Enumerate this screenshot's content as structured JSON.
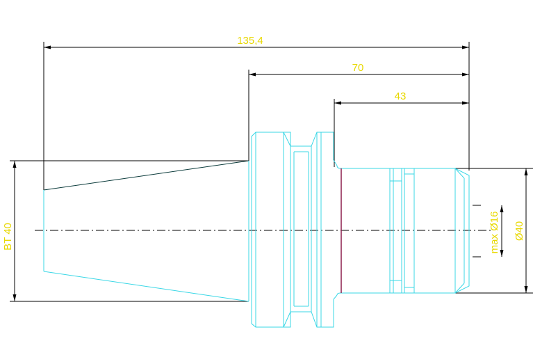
{
  "dimensions": {
    "overall_length": "135,4",
    "flange_to_end": "70",
    "body_length": "43",
    "taper": "BT 40",
    "clamp_dia": "max Ø16",
    "body_dia": "Ø40"
  },
  "colors": {
    "part_outline": "#39d7e6",
    "dimension_lines": "#000000",
    "dimension_text": "#e8d800",
    "inner_edge": "#8b1d4b"
  }
}
